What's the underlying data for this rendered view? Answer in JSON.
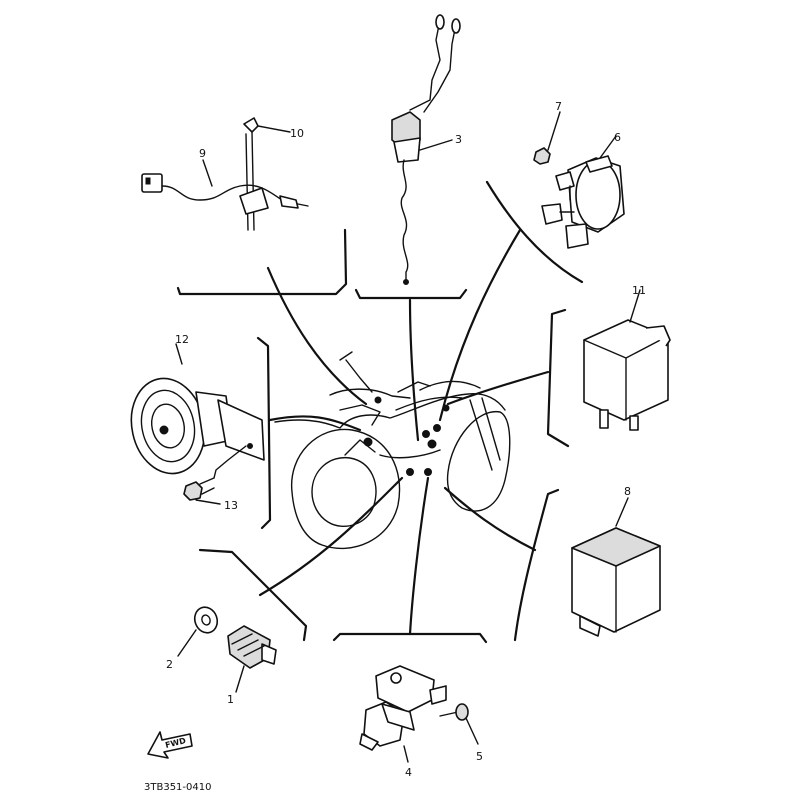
{
  "diagram": {
    "parts": [
      {
        "id": "p1",
        "number": "1"
      },
      {
        "id": "p2",
        "number": "2"
      },
      {
        "id": "p3",
        "number": "3"
      },
      {
        "id": "p4",
        "number": "4"
      },
      {
        "id": "p5",
        "number": "5"
      },
      {
        "id": "p6",
        "number": "6"
      },
      {
        "id": "p7",
        "number": "7"
      },
      {
        "id": "p8",
        "number": "8"
      },
      {
        "id": "p9",
        "number": "9"
      },
      {
        "id": "p10",
        "number": "10"
      },
      {
        "id": "p11",
        "number": "11"
      },
      {
        "id": "p12",
        "number": "12"
      },
      {
        "id": "p13",
        "number": "13"
      }
    ],
    "forward_marker": "FWD",
    "diagram_code": "3TB351-0410"
  }
}
